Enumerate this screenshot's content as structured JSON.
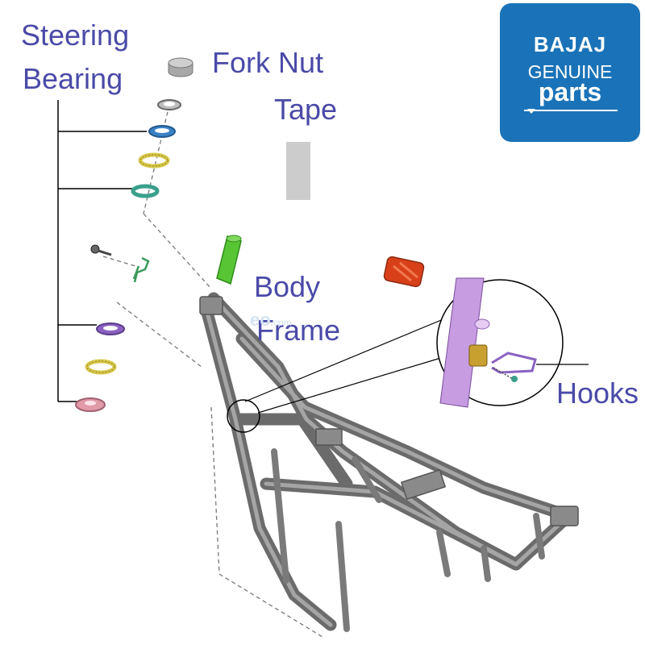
{
  "labels": {
    "steering_line1": "Steering",
    "steering_line2": "Bearing",
    "fork_nut": "Fork Nut",
    "tape": "Tape",
    "body_line1": "Body",
    "body_line2": "Frame",
    "hooks": "Hooks"
  },
  "logo": {
    "brand": "BAJAJ",
    "genuine": "GENUINE",
    "parts": "parts",
    "bg_color": "#1a73b8"
  },
  "watermark": {
    "main": "eo",
    "tld": ".com"
  },
  "colors": {
    "label": "#4a4aa8",
    "frame": "#6b6b6b",
    "tape_part": "#cccccc",
    "green_part": "#58c535",
    "orange_part": "#d8401a",
    "bearing_blue": "#3a82c6",
    "bearing_yellow": "#d8c84a",
    "bearing_teal": "#3aa08a",
    "bearing_purple": "#8a62c2",
    "bearing_pink": "#e09aa8",
    "detail_purple": "#c79ce0",
    "detail_gold": "#c8a030"
  }
}
